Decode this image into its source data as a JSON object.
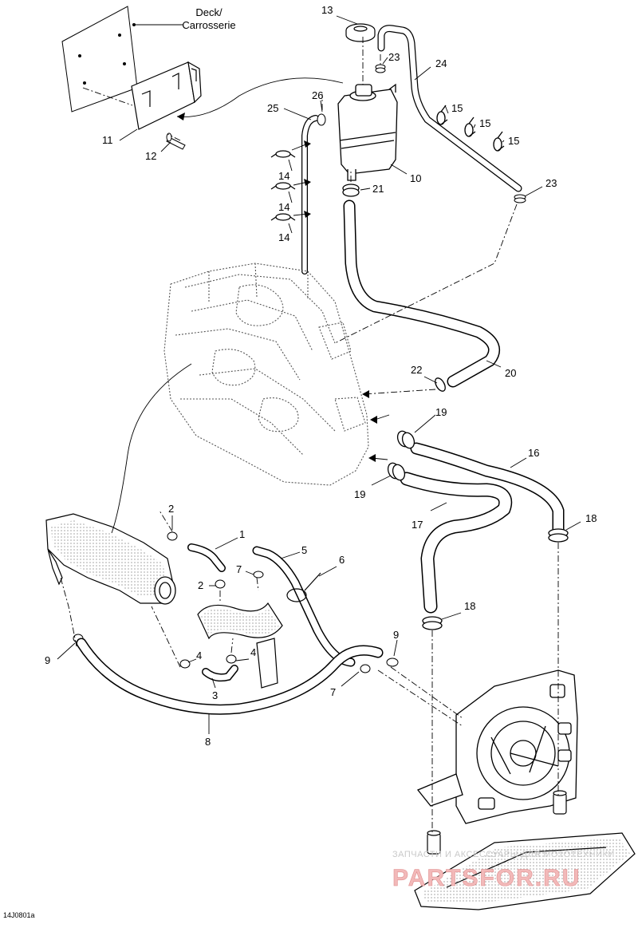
{
  "deck_label": [
    "Deck/",
    "Carrosserie"
  ],
  "figure_id": "14J0801a",
  "watermark": {
    "line1": "ЗАПЧАСТИ И АКСЕССУАРЫ ДЛЯ МОТОТЕХНИКИ",
    "line2": "PARTSFOR.RU"
  },
  "callouts": [
    "13",
    "23",
    "24",
    "26",
    "25",
    "15",
    "15",
    "15",
    "11",
    "12",
    "14",
    "14",
    "14",
    "10",
    "21",
    "23",
    "22",
    "20",
    "19",
    "16",
    "19",
    "17",
    "18",
    "2",
    "1",
    "5",
    "6",
    "7",
    "2",
    "18",
    "9",
    "4",
    "4",
    "3",
    "7",
    "9",
    "8"
  ]
}
